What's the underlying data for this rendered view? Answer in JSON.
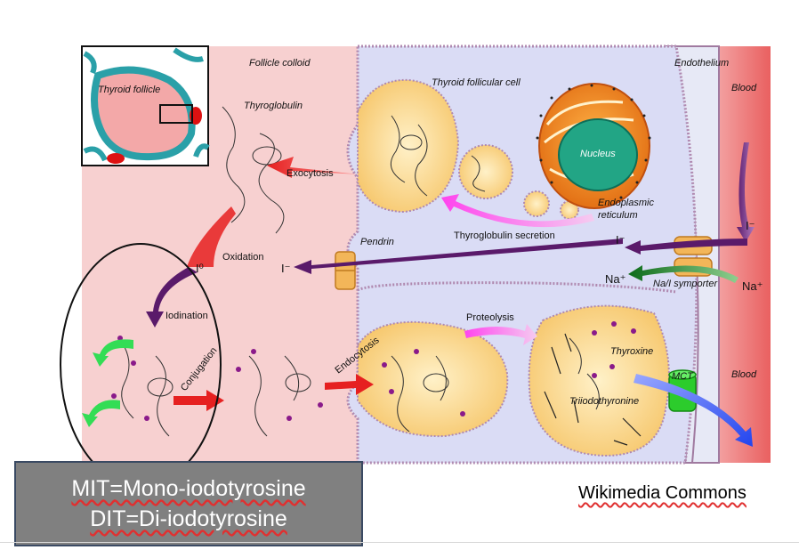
{
  "labels": {
    "follicle_colloid": "Follicle colloid",
    "thyroid_follicular_cell": "Thyroid follicular cell",
    "endothelium": "Endothelium",
    "blood_top": "Blood",
    "blood_bottom": "Blood",
    "thyroid_follicle": "Thyroid follicle",
    "thyroglobulin": "Thyroglobulin",
    "exocytosis": "Exocytosis",
    "nucleus": "Nucleus",
    "endoplasmic": "Endoplasmic",
    "reticulum": "reticulum",
    "thyroglobulin_secretion": "Thyroglobulin secretion",
    "pendrin": "Pendrin",
    "oxidation": "Oxidation",
    "i_zero": "I⁰",
    "i_minus_colloid": "I⁻",
    "i_minus_cell": "I⁻",
    "i_minus_blood": "I⁻",
    "na_plus_cell": "Na⁺",
    "na_plus_blood": "Na⁺",
    "na_i_symporter": "Na/I symporter",
    "iodination": "Iodination",
    "conjugation": "Conjugation",
    "endocytosis": "Endocytosis",
    "proteolysis": "Proteolysis",
    "thyroxine": "Thyroxine",
    "triiodothyronine": "Triiodothyronine",
    "mct": "MCT"
  },
  "legend": {
    "line1": "MIT=Mono-iodotyrosine",
    "line2": "DIT=Di-iodotyrosine"
  },
  "credit": "Wikimedia Commons",
  "colors": {
    "colloid": "#f5cccc",
    "cell": "#d8dcf5",
    "blood": "#e96a6a",
    "vesicle": "#fbd98a",
    "nucleus": "#26a889",
    "er": "#f08a1e",
    "pendrin": "#f3b659",
    "mct": "#33cc33",
    "iodide_arrow": "#5a1a6a",
    "conjugation_arrow": "#e62020",
    "proteolysis_arrow": "#ff55ee",
    "mct_arrow": "#3355ee",
    "iodination_arrow": "#33dd55"
  }
}
